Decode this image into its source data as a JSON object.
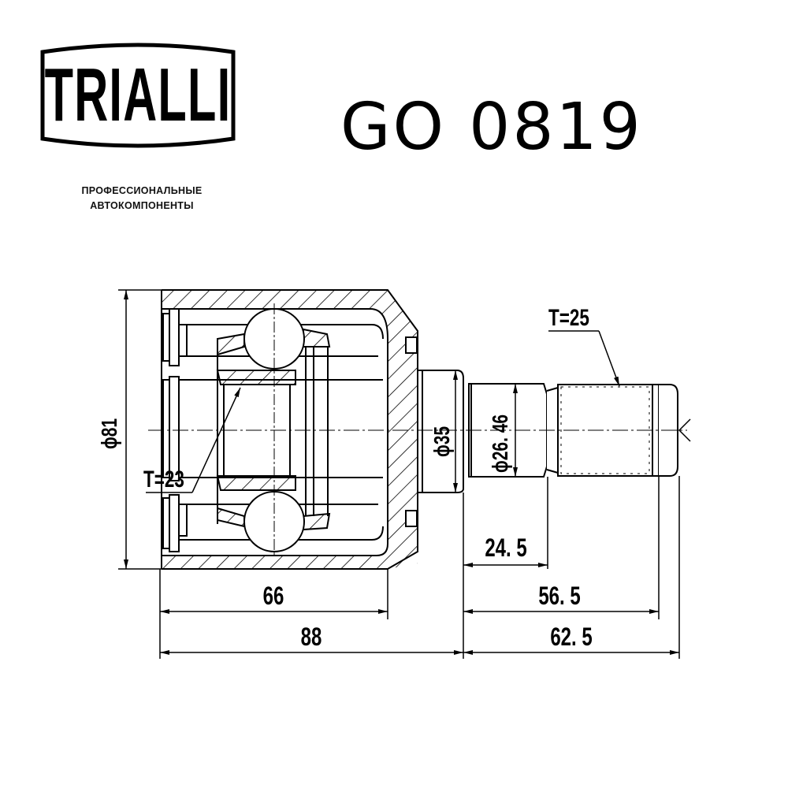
{
  "brand": {
    "logo_text": "TRIALLI",
    "tagline_line1": "ПРОФЕССИОНАЛЬНЫЕ",
    "tagline_line2": "АВТОКОМПОНЕНТЫ"
  },
  "part": {
    "number": "GO 0819"
  },
  "drawing": {
    "diameters": {
      "housing_outer": "ϕ81",
      "housing_neck": "ϕ35",
      "shaft_seat": "ϕ26. 46"
    },
    "splines": {
      "inner": "T=23",
      "outer": "T=25"
    },
    "lengths": {
      "housing_body": "66",
      "overall_left": "88",
      "seat_length": "24. 5",
      "spline_length": "56. 5",
      "overall_right": "62. 5"
    }
  },
  "colors": {
    "ink": "#000000",
    "background": "#ffffff"
  }
}
